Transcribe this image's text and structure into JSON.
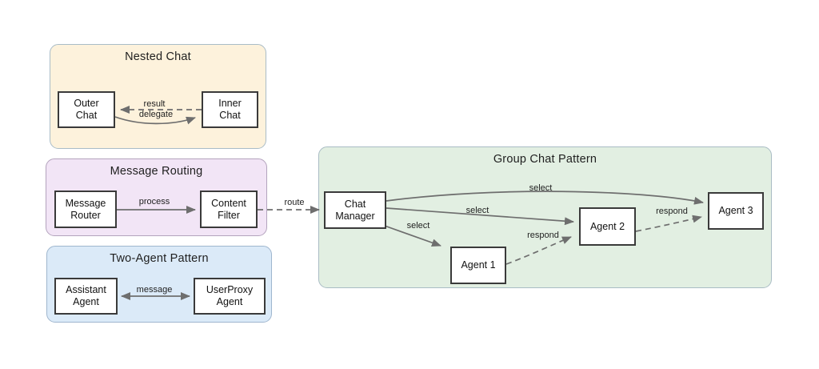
{
  "diagram": {
    "title": "Agent chat patterns diagram",
    "colors": {
      "canvas_bg": "#ffffff",
      "node_fill": "#ffffff",
      "node_border": "#3a3a3a",
      "edge_stroke": "#6e6e6e",
      "nested_chat_fill": "#fdf2dc",
      "nested_chat_border": "#a9bcc7",
      "message_routing_fill": "#f2e5f6",
      "message_routing_border": "#b3a3bd",
      "two_agent_fill": "#dbeaf8",
      "two_agent_border": "#9fb6ce",
      "group_chat_fill": "#e2efe2",
      "group_chat_border": "#a9bcc4"
    },
    "groups": [
      {
        "title": "Nested Chat",
        "nodes": [
          {
            "label": "Outer\nChat"
          },
          {
            "label": "Inner\nChat"
          }
        ]
      },
      {
        "title": "Message Routing",
        "nodes": [
          {
            "label": "Message\nRouter"
          },
          {
            "label": "Content\nFilter"
          }
        ]
      },
      {
        "title": "Two-Agent Pattern",
        "nodes": [
          {
            "label": "Assistant\nAgent"
          },
          {
            "label": "UserProxy\nAgent"
          }
        ]
      },
      {
        "title": "Group Chat Pattern",
        "nodes": [
          {
            "label": "Chat\nManager"
          },
          {
            "label": "Agent 1"
          },
          {
            "label": "Agent 2"
          },
          {
            "label": "Agent 3"
          }
        ]
      }
    ],
    "edges": [
      {
        "label": "result",
        "from": "Inner Chat",
        "to": "Outer Chat",
        "style": "dashed"
      },
      {
        "label": "delegate",
        "from": "Outer Chat",
        "to": "Inner Chat",
        "style": "solid"
      },
      {
        "label": "process",
        "from": "Message Router",
        "to": "Content Filter",
        "style": "solid"
      },
      {
        "label": "route",
        "from": "Content Filter",
        "to": "Chat Manager",
        "style": "dashed"
      },
      {
        "label": "message",
        "from": "Assistant Agent",
        "to": "UserProxy Agent",
        "style": "solid-bidirectional"
      },
      {
        "label": "select",
        "from": "Chat Manager",
        "to": "Agent 3",
        "style": "solid"
      },
      {
        "label": "select",
        "from": "Chat Manager",
        "to": "Agent 2",
        "style": "solid"
      },
      {
        "label": "select",
        "from": "Chat Manager",
        "to": "Agent 1",
        "style": "solid"
      },
      {
        "label": "respond",
        "from": "Agent 1",
        "to": "Agent 2",
        "style": "dashed"
      },
      {
        "label": "respond",
        "from": "Agent 2",
        "to": "Agent 3",
        "style": "dashed"
      }
    ]
  }
}
